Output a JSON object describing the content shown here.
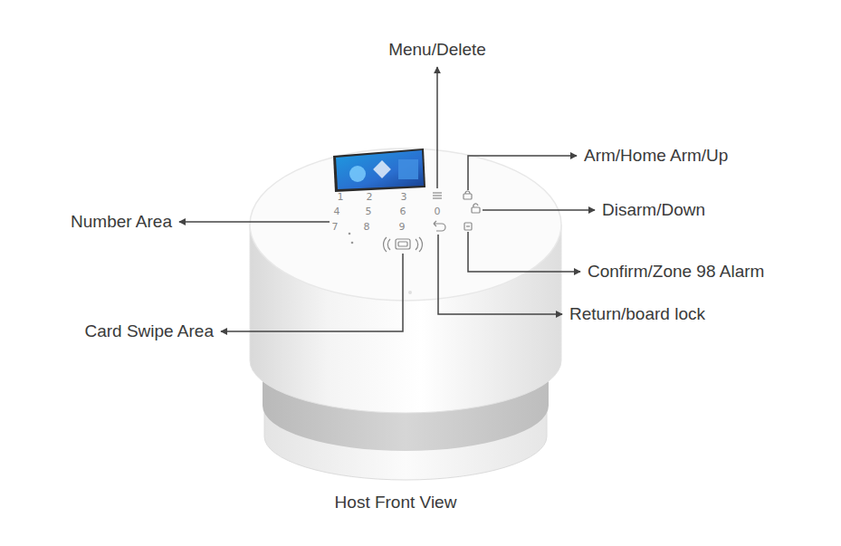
{
  "diagram": {
    "caption": "Host Front View",
    "labels": [
      "Menu/Delete",
      "Arm/Home Arm/Up",
      "Disarm/Down",
      "Number Area",
      "1",
      "2",
      "3",
      "4",
      "5",
      "6",
      "0",
      "7",
      "8",
      "9",
      "Confirm/Zone 98 Alarm",
      "Return/board lock",
      "Card Swipe Area"
    ]
  }
}
